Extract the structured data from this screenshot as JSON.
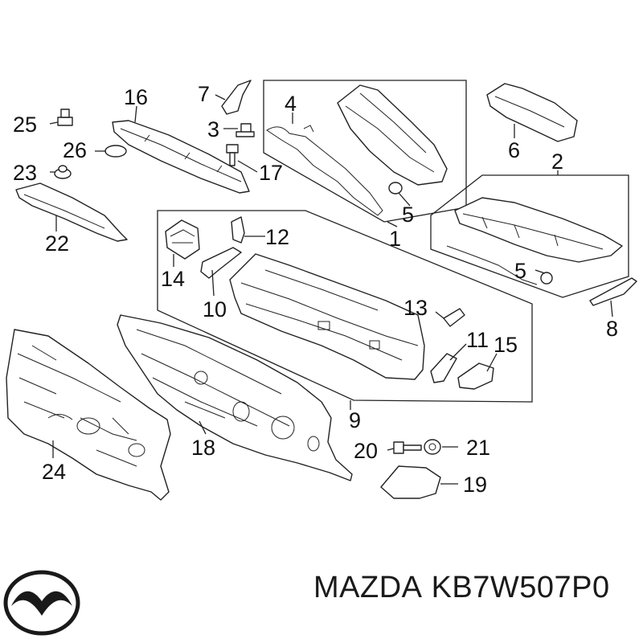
{
  "callouts": {
    "n1": "1",
    "n2": "2",
    "n3": "3",
    "n4": "4",
    "n5a": "5",
    "n5b": "5",
    "n6": "6",
    "n7": "7",
    "n8": "8",
    "n9": "9",
    "n10": "10",
    "n11": "11",
    "n12": "12",
    "n13": "13",
    "n14": "14",
    "n15": "15",
    "n16": "16",
    "n17": "17",
    "n18": "18",
    "n19": "19",
    "n20": "20",
    "n21": "21",
    "n22": "22",
    "n23": "23",
    "n24": "24",
    "n25": "25",
    "n26": "26"
  },
  "caption": {
    "brand": "MAZDA",
    "part_number": "KB7W507P0"
  },
  "logo": {
    "icon": "mazda-logo-icon"
  }
}
